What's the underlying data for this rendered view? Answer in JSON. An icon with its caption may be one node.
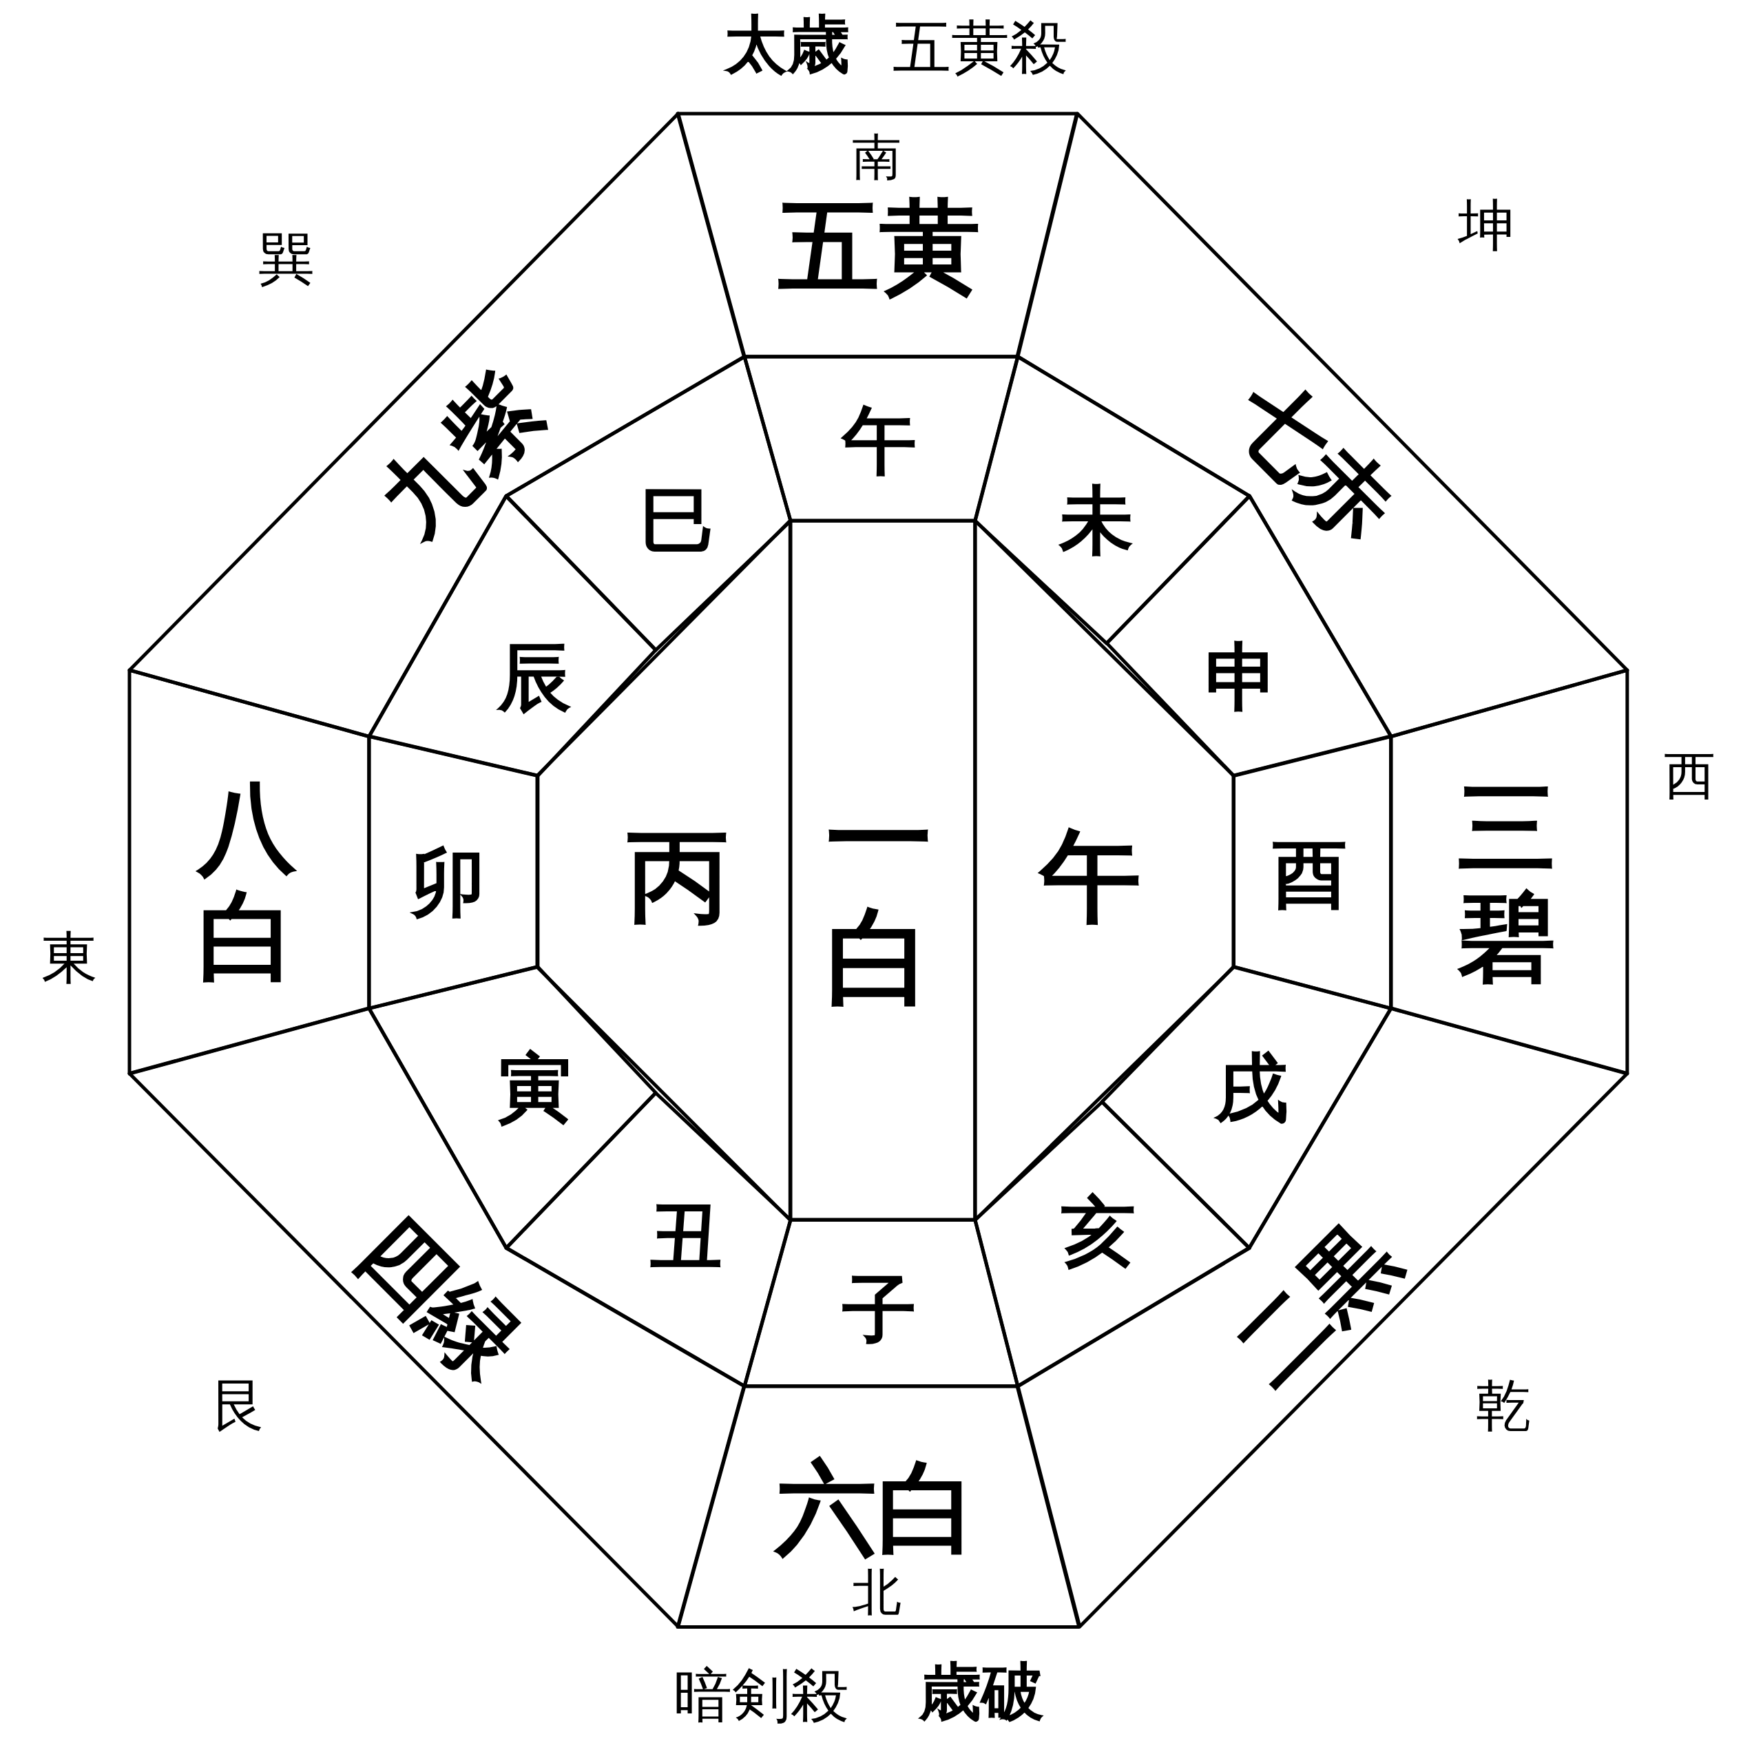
{
  "diagram": {
    "nodes": [
      {
        "text": [
          "南",
          "五黄"
        ]
      },
      {
        "text": [
          "九紫"
        ]
      },
      {
        "text": [
          "七赤"
        ]
      },
      {
        "text": [
          "八白"
        ]
      },
      {
        "text": [
          "三碧"
        ]
      },
      {
        "text": [
          "四緑"
        ]
      },
      {
        "text": [
          "二黒"
        ]
      },
      {
        "text": [
          "六白",
          "北"
        ]
      },
      {
        "text": [
          "午"
        ]
      },
      {
        "text": [
          "巳"
        ]
      },
      {
        "text": [
          "未"
        ]
      },
      {
        "text": [
          "辰"
        ]
      },
      {
        "text": [
          "申"
        ]
      },
      {
        "text": [
          "卯"
        ]
      },
      {
        "text": [
          "丙"
        ]
      },
      {
        "text": [
          "一白"
        ]
      },
      {
        "text": [
          "午"
        ]
      },
      {
        "text": [
          "酉"
        ]
      },
      {
        "text": [
          "寅"
        ]
      },
      {
        "text": [
          "戌"
        ]
      },
      {
        "text": [
          "丑"
        ]
      },
      {
        "text": [
          "亥"
        ]
      },
      {
        "text": [
          "子"
        ]
      }
    ],
    "edges": [],
    "labels": [
      "太歳",
      "五黄殺",
      "巽",
      "坤",
      "西",
      "東",
      "艮",
      "乾",
      "暗剣殺",
      "歳破"
    ]
  }
}
